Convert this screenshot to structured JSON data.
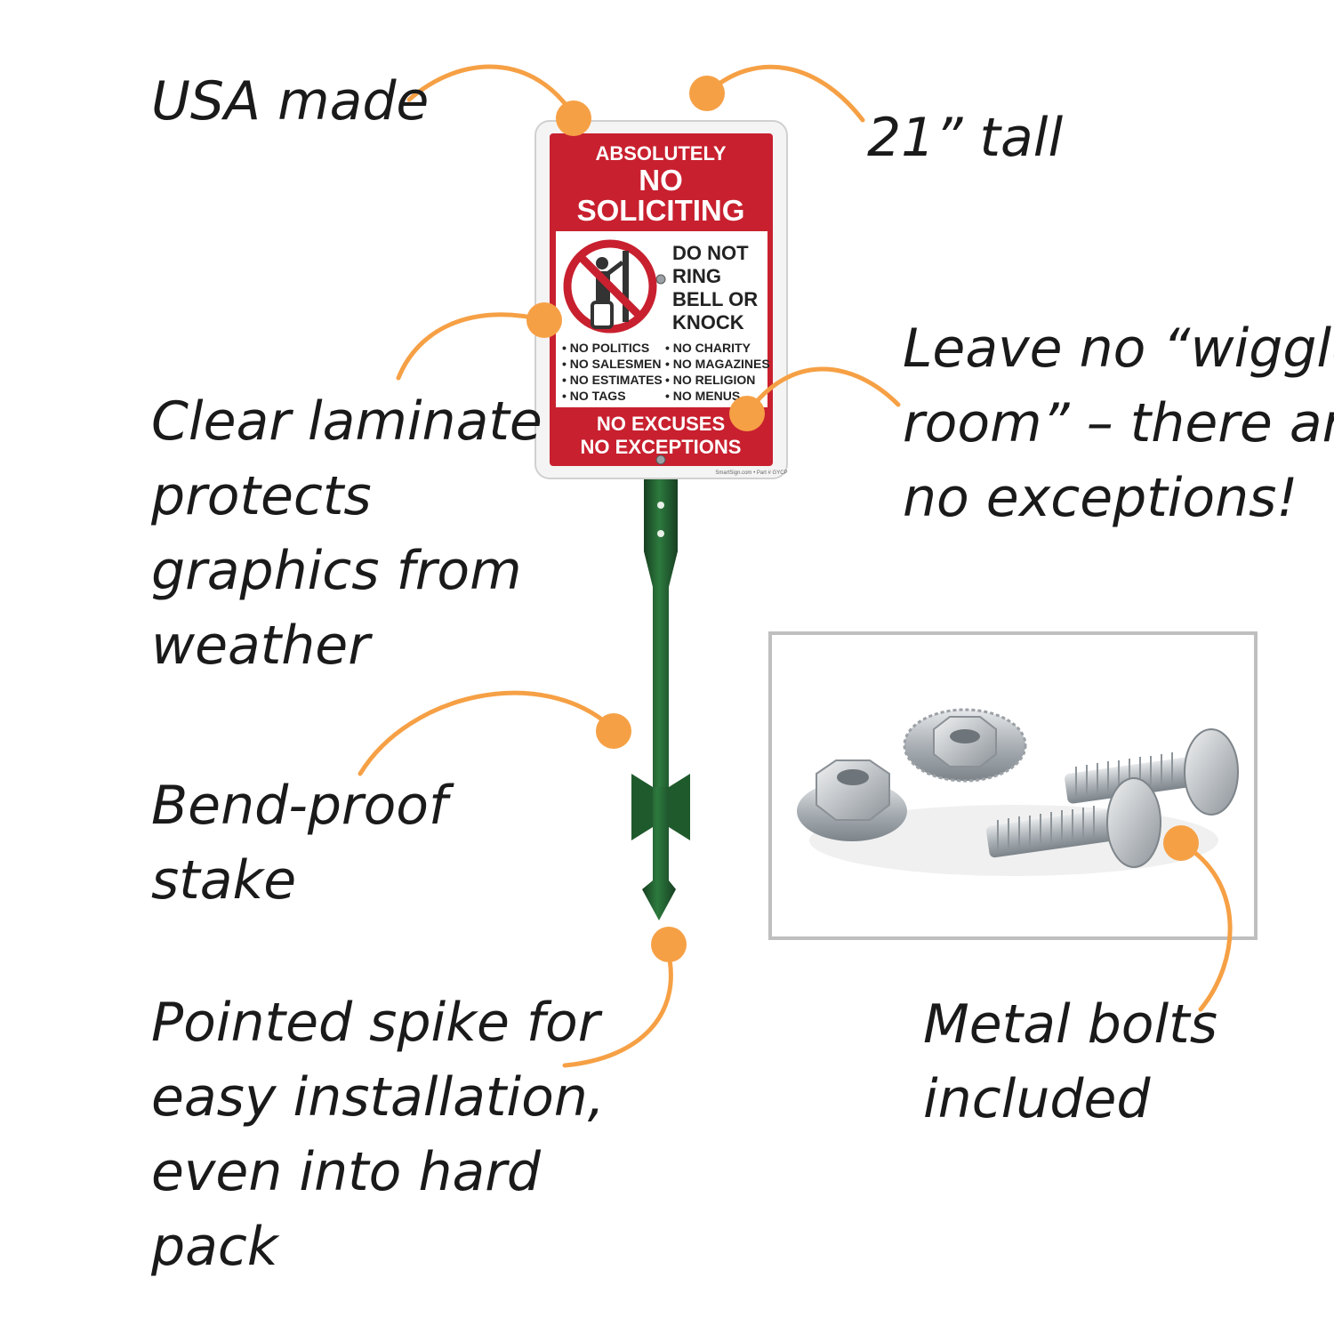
{
  "colors": {
    "accent": "#f6a045",
    "sign_red": "#c8202f",
    "stake_green": "#1e5c2e"
  },
  "callouts": {
    "usa_made": "USA made",
    "tall": "21” tall",
    "laminate": [
      "Clear laminate",
      "protects",
      "graphics from",
      "weather"
    ],
    "wiggle": [
      "Leave no “wiggle",
      "room” – there are",
      "no exceptions!"
    ],
    "stake": [
      "Bend-proof",
      "stake"
    ],
    "spike": [
      "Pointed spike for",
      "easy installation,",
      "even into hard",
      "pack"
    ],
    "bolts": [
      "Metal bolts",
      "included"
    ]
  },
  "sign": {
    "line1": "ABSOLUTELY",
    "line2": "NO",
    "line3": "SOLICITING",
    "panel": [
      "DO NOT",
      "RING",
      "BELL OR",
      "KNOCK"
    ],
    "list_left": [
      "• NO POLITICS",
      "• NO SALESMEN",
      "• NO ESTIMATES",
      "• NO TAGS"
    ],
    "list_right": [
      "• NO CHARITY",
      "• NO MAGAZINES",
      "• NO RELIGION",
      "• NO MENUS"
    ],
    "footer1": "NO EXCUSES",
    "footer2": "NO EXCEPTIONS",
    "fine_print": "SmartSign.com • Part # GYCP"
  },
  "icons": [
    "no-soliciting-symbol",
    "nut-icon",
    "flange-nut-icon",
    "bolt-icon"
  ]
}
